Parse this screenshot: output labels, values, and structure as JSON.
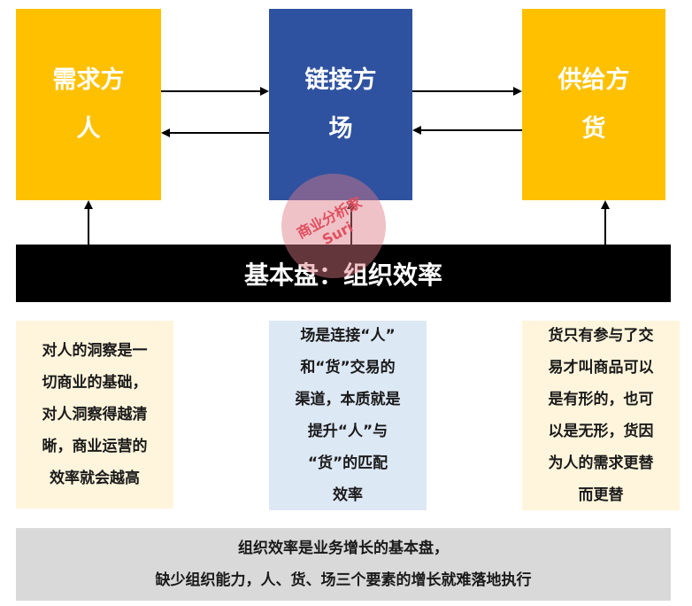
{
  "boxes": {
    "demand": {
      "line1": "需求方",
      "line2": "人"
    },
    "link": {
      "line1": "链接方",
      "line2": "场"
    },
    "supply": {
      "line1": "供给方",
      "line2": "货"
    }
  },
  "base_bar": {
    "label": "基本盘：组织效率"
  },
  "notes": {
    "left": [
      "对人的洞察是一",
      "切商业的基础，",
      "对人洞察得越清",
      "晰，商业运营的",
      "效率就会越高"
    ],
    "middle": [
      "场是连接“人”",
      "和“货”交易的",
      "渠道，本质就是",
      "提升“人”与",
      "“货”的匹配",
      "效率"
    ],
    "right": [
      "货只有参与了交",
      "易才叫商品可以",
      "是有形的，也可",
      "以是无形，货因",
      "为人的需求更替",
      "而更替"
    ]
  },
  "footer": {
    "line1": "组织效率是业务增长的基本盘，",
    "line2": "缺少组织能力，人、货、场三个要素的增长就难落地执行"
  },
  "watermark": {
    "line1": "商业分析家",
    "line2": "Suri"
  },
  "colors": {
    "yellow": "#ffc000",
    "blue": "#2f52a0",
    "black": "#000000",
    "note_yellow": "#fff5dc",
    "note_blue": "#dde8f5",
    "footer_gray": "#d9d9d9"
  }
}
